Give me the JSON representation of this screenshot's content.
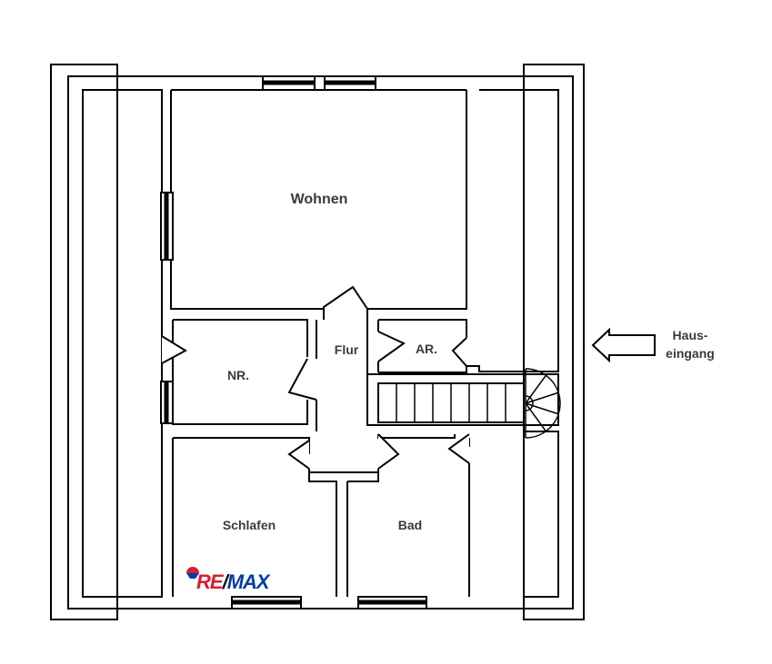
{
  "rooms": {
    "wohnen": "Wohnen",
    "flur": "Flur",
    "ar": "AR.",
    "nr": "NR.",
    "schlafen": "Schlafen",
    "bad": "Bad"
  },
  "entrance": {
    "line1": "Haus-",
    "line2": "eingang"
  },
  "logo": {
    "text": "RE/MAX"
  },
  "colors": {
    "wall": "#000000",
    "label": "#3a3a3a",
    "logo_red": "#dc1c2e",
    "logo_blue": "#003da5"
  },
  "stairs": {
    "straight_steps": 8,
    "winder_steps": 5
  }
}
